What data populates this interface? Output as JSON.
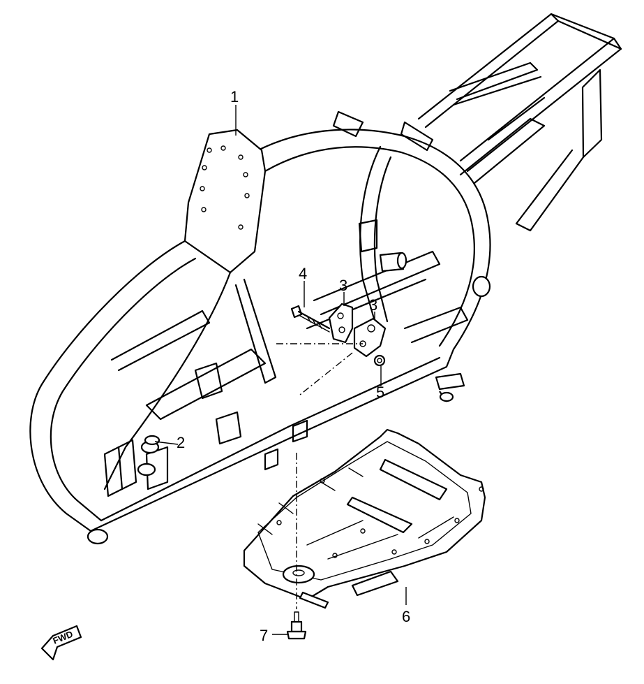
{
  "callouts": [
    {
      "id": "1",
      "label": "1"
    },
    {
      "id": "2",
      "label": "2"
    },
    {
      "id": "3a",
      "label": "3"
    },
    {
      "id": "3b",
      "label": "3"
    },
    {
      "id": "4",
      "label": "4"
    },
    {
      "id": "5",
      "label": "5"
    },
    {
      "id": "6",
      "label": "6"
    },
    {
      "id": "7",
      "label": "7"
    }
  ],
  "direction_badge": {
    "label": "FWD"
  }
}
